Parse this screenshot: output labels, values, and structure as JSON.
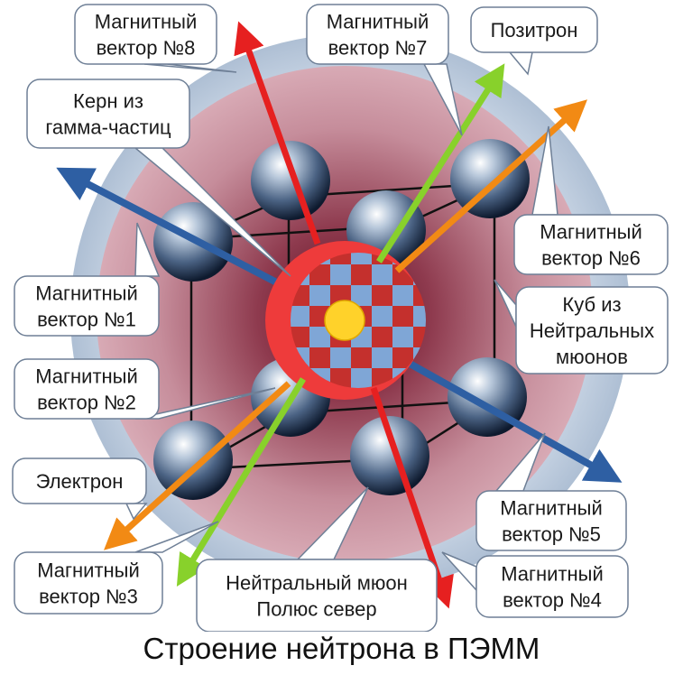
{
  "title": "Строение нейтрона в ПЭММ",
  "labels": {
    "mv8": [
      "Магнитный",
      "вектор №8"
    ],
    "mv7": [
      "Магнитный",
      "вектор №7"
    ],
    "positron": [
      "Позитрон"
    ],
    "core": [
      "Керн из",
      "гамма-частиц"
    ],
    "mv6": [
      "Магнитный",
      "вектор №6"
    ],
    "mv1": [
      "Магнитный",
      "вектор №1"
    ],
    "cube": [
      "Куб из",
      "Нейтральных",
      "мюонов"
    ],
    "mv2": [
      "Магнитный",
      "вектор №2"
    ],
    "electron": [
      "Электрон"
    ],
    "mv5": [
      "Магнитный",
      "вектор №5"
    ],
    "mv3": [
      "Магнитный",
      "вектор №3"
    ],
    "muon": [
      "Нейтральный мюон",
      "Полюс север"
    ],
    "mv4": [
      "Магнитный",
      "вектор №4"
    ]
  },
  "colors": {
    "outer_halo": "#b9c8d9",
    "pink_body": "#c98b9a",
    "core_red": "#ee3b3b",
    "checker_dark": "#c4302d",
    "checker_light": "#7fa6d6",
    "center_dot": "#ffd22a",
    "arrow_red": "#e62020",
    "arrow_green": "#88d12b",
    "arrow_orange": "#f28a14",
    "arrow_blue": "#2e5fa3"
  }
}
